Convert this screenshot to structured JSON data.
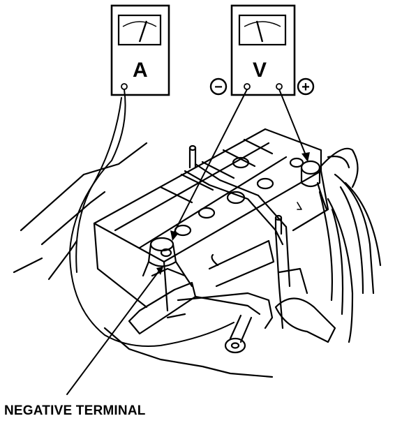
{
  "diagram": {
    "ammeter": {
      "symbol": "A"
    },
    "voltmeter": {
      "symbol": "V",
      "negative_symbol": "−",
      "positive_symbol": "+"
    },
    "callout": {
      "label": "NEGATIVE TERMINAL"
    }
  },
  "colors": {
    "ink": "#000000",
    "paper": "#ffffff"
  }
}
